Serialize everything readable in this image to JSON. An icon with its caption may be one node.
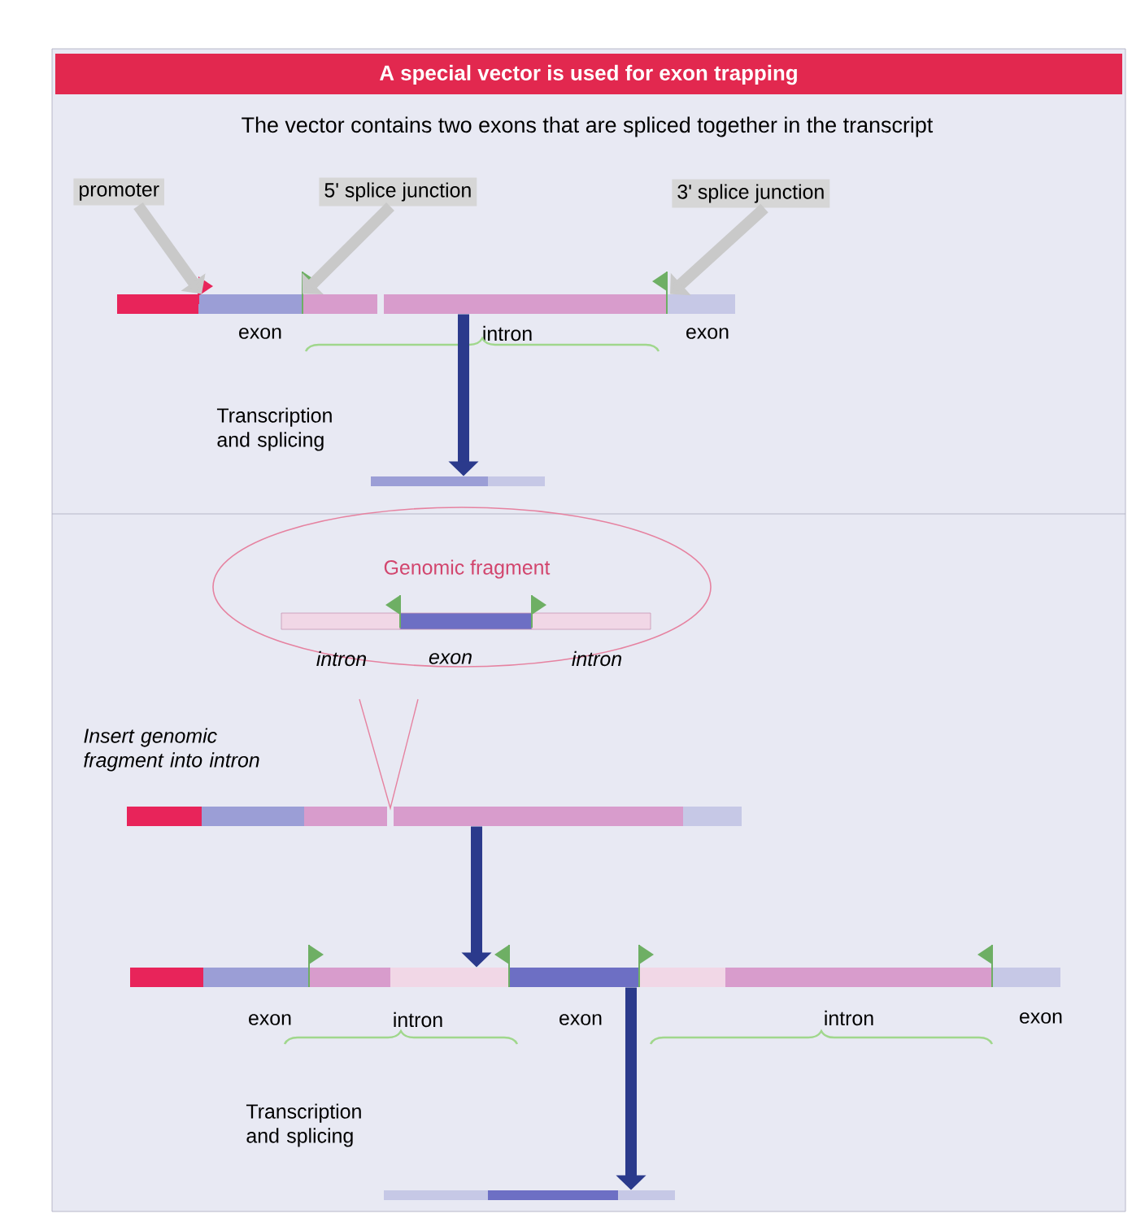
{
  "diagram": {
    "title": "A special vector is used for exon trapping",
    "nodes": [
      {
        "text": [
          "promoter"
        ]
      },
      {
        "text": [
          "5' splice junction"
        ]
      },
      {
        "text": [
          "3' splice junction"
        ]
      },
      {
        "text": [],
        "shape": "bar",
        "beside": [
          "exon",
          "intron",
          "exon"
        ]
      },
      {
        "text": [],
        "shape": "bar"
      },
      {
        "text": [
          "Genomic fragment",
          "intron",
          "exon",
          "intron"
        ]
      },
      {
        "text": [],
        "shape": "bar"
      },
      {
        "text": [],
        "shape": "bar",
        "beside": [
          "exon",
          "intron",
          "exon",
          "intron",
          "exon"
        ]
      },
      {
        "text": [],
        "shape": "bar"
      }
    ],
    "edges": [
      {
        "from": 0,
        "to": 3,
        "arrow": "to",
        "color": "#c9c9c9"
      },
      {
        "from": 1,
        "to": 3,
        "arrow": "to",
        "color": "#c9c9c9"
      },
      {
        "from": 2,
        "to": 3,
        "arrow": "to",
        "color": "#c9c9c9"
      },
      {
        "from": 3,
        "to": 4,
        "arrow": "to",
        "color": "#2b3a8c"
      },
      {
        "from": 6,
        "to": 7,
        "arrow": "to",
        "color": "#2b3a8c"
      },
      {
        "from": 7,
        "to": 8,
        "arrow": "to",
        "color": "#2b3a8c"
      }
    ],
    "labels": [
      "The vector contains two exons that are spliced together in the transcript",
      "Transcription and splicing",
      "Insert genomic fragment into intron",
      "Transcription and splicing"
    ]
  }
}
